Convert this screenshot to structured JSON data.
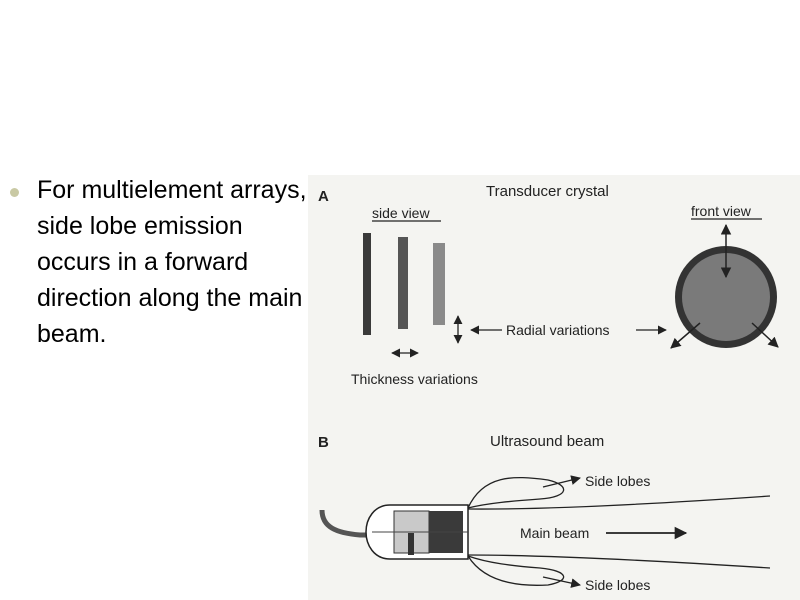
{
  "slide": {
    "bullet_text": "For multielement arrays, side lobe emission occurs in a forward direction along the main beam."
  },
  "figure": {
    "panel_a": {
      "letter": "A",
      "title": "Transducer crystal",
      "side_view_label": "side view",
      "front_view_label": "front view",
      "radial_label": "Radial variations",
      "thickness_label": "Thickness variations"
    },
    "panel_b": {
      "letter": "B",
      "title": "Ultrasound beam",
      "side_lobes_top_label": "Side lobes",
      "main_beam_label": "Main beam",
      "side_lobes_bottom_label": "Side lobes"
    },
    "colors": {
      "crystal_dark": "#3a3a3a",
      "crystal_mid": "#555555",
      "crystal_light": "#8a8a8a",
      "ring_outer": "#333333",
      "disc_fill": "#7a7a7a",
      "line": "#222222",
      "paper": "#f4f4f1"
    }
  }
}
